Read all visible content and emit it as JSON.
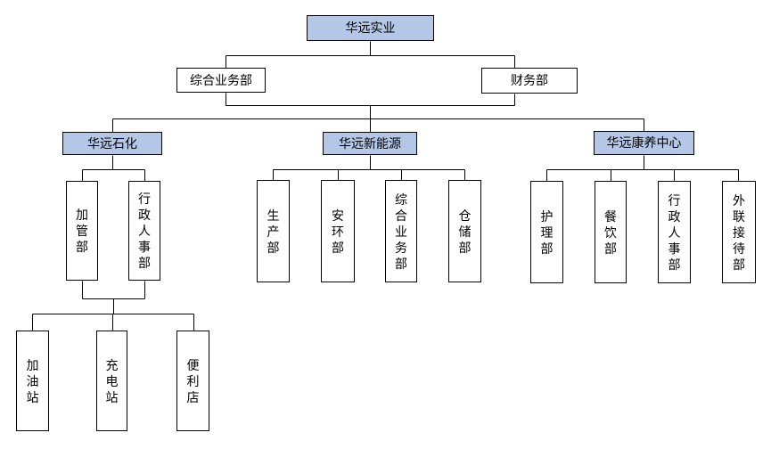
{
  "org": {
    "root": {
      "label": "华远实业"
    },
    "level2": [
      {
        "label": "综合业务部"
      },
      {
        "label": "财务部"
      }
    ],
    "divisions": [
      {
        "label": "华远石化",
        "departments": [
          {
            "label": "加管部"
          },
          {
            "label": "行政人事部"
          }
        ],
        "stations": [
          {
            "label": "加油站"
          },
          {
            "label": "充电站"
          },
          {
            "label": "便利店"
          }
        ]
      },
      {
        "label": "华远新能源",
        "departments": [
          {
            "label": "生产部"
          },
          {
            "label": "安环部"
          },
          {
            "label": "综合业务部"
          },
          {
            "label": "仓储部"
          }
        ]
      },
      {
        "label": "华远康养中心",
        "departments": [
          {
            "label": "护理部"
          },
          {
            "label": "餐饮部"
          },
          {
            "label": "行政人事部"
          },
          {
            "label": "外联接待部"
          }
        ]
      }
    ],
    "colors": {
      "node_highlight_fill": "#b4c7e7",
      "node_fill": "#ffffff",
      "node_border": "#000000",
      "connector": "#000000"
    }
  }
}
